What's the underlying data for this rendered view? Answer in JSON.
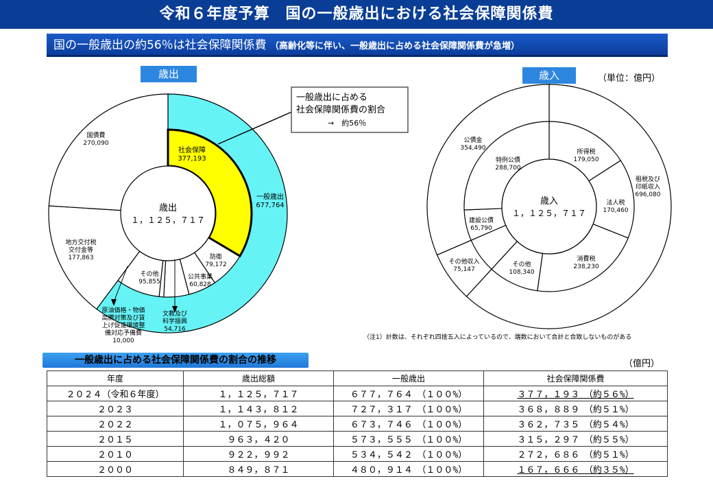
{
  "title": "令和６年度予算　国の一般歳出における社会保障関係費",
  "subtitle": "国の一般歳出の約56％は社会保障関係費",
  "subtitle_note": "（高齢化等に伴い、一般歳出に占める社会保障関係費が急増）",
  "expenditure_tag": "歳出",
  "revenue_tag": "歳入",
  "unit_top": "（単位：億円）",
  "callout": {
    "line1": "一般歳出に占める",
    "line2": "社会保障関係費の割合",
    "line3": "→　約56％"
  },
  "note": "（注1）計数は、それぞれ四捨五入によっているので、端数において合計と合致しないものがある",
  "trend_title": "一般歳出に占める社会保障関係費の割合の推移",
  "trend_unit": "（億円）",
  "colors": {
    "title_bg": "#0a3e96",
    "accent_cyan": "#66f3f6",
    "social_yellow": "#ffff00",
    "tag_blue": "#2d86e0"
  },
  "chart_data": [
    {
      "type": "pie",
      "title": "歳出",
      "center_label": "歳出",
      "center_value": "１，１２５，７１７",
      "outer_ring": [
        {
          "label": "一般歳出",
          "value": 677764,
          "value_text": "677,764",
          "color": "#66f3f6"
        },
        {
          "label": "地方交付税交付金等",
          "value": 177863,
          "value_text": "177,863",
          "color": "#ffffff"
        },
        {
          "label": "国債費",
          "value": 270090,
          "value_text": "270,090",
          "color": "#ffffff"
        }
      ],
      "inner_ring": [
        {
          "label": "社会保障",
          "value": 377193,
          "value_text": "377,193",
          "color": "#ffff00"
        },
        {
          "label": "防衛",
          "value": 79172,
          "value_text": "79,172",
          "color": "#ffffff"
        },
        {
          "label": "公共事業",
          "value": 60828,
          "value_text": "60,828",
          "color": "#ffffff"
        },
        {
          "label": "文教及び科学振興",
          "value": 54716,
          "value_text": "54,716",
          "color": "#ffffff"
        },
        {
          "label": "原油価格・物価高騰対策及び賃上げ促進環境整備対応予備費",
          "value": 10000,
          "value_text": "10,000",
          "color": "#ffffff"
        },
        {
          "label": "その他",
          "value": 95855,
          "value_text": "95,855",
          "color": "#ffffff"
        }
      ]
    },
    {
      "type": "pie",
      "title": "歳入",
      "center_label": "歳入",
      "center_value": "１，１２５，７１７",
      "outer_ring": [
        {
          "label": "租税及び印紙収入",
          "value": 696080,
          "value_text": "696,080"
        },
        {
          "label": "その他収入",
          "value": 75147,
          "value_text": "75,147"
        },
        {
          "label": "公債金",
          "value": 354490,
          "value_text": "354,490"
        }
      ],
      "inner_ring": [
        {
          "label": "所得税",
          "value": 179050,
          "value_text": "179,050"
        },
        {
          "label": "法人税",
          "value": 170460,
          "value_text": "170,460"
        },
        {
          "label": "消費税",
          "value": 238230,
          "value_text": "238,230"
        },
        {
          "label": "その他",
          "value": 108340,
          "value_text": "108,340"
        },
        {
          "label": "その他収入",
          "value": 75147,
          "value_text": ""
        },
        {
          "label": "建設公債",
          "value": 65790,
          "value_text": "65,790"
        },
        {
          "label": "特例公債",
          "value": 288700,
          "value_text": "288,700"
        }
      ]
    },
    {
      "type": "table",
      "title": "一般歳出に占める社会保障関係費の割合の推移",
      "columns": [
        "年度",
        "歳出総額",
        "一般歳出",
        "社会保障関係費"
      ],
      "rows": [
        {
          "year": "２０２４（令和６年度）",
          "total": "１，１２５，７１７",
          "general": "６７７，７６４　（１００%）",
          "social": "３７７，１９３　（約５６%）",
          "highlight": true
        },
        {
          "year": "２０２３",
          "total": "１，１４３，８１２",
          "general": "７２７，３１７　（１００%）",
          "social": "３６８，８８９　（約５１%）",
          "highlight": false
        },
        {
          "year": "２０２２",
          "total": "１，０７５，９６４",
          "general": "６７３，７４６　（１００%）",
          "social": "３６２，７３５　（約５４%）",
          "highlight": false
        },
        {
          "year": "２０１５",
          "total": "９６３，４２０",
          "general": "５７３，５５５　（１００%）",
          "social": "３１５，２９７　（約５５%）",
          "highlight": false
        },
        {
          "year": "２０１０",
          "total": "９２２，９９２",
          "general": "５３４，５４２　（１００%）",
          "social": "２７２，６８６　（約５１%）",
          "highlight": false
        },
        {
          "year": "２０００",
          "total": "８４９，８７１",
          "general": "４８０，９１４　（１００%）",
          "social": "１６７，６６６　（約３５%）",
          "highlight": true
        }
      ]
    }
  ]
}
